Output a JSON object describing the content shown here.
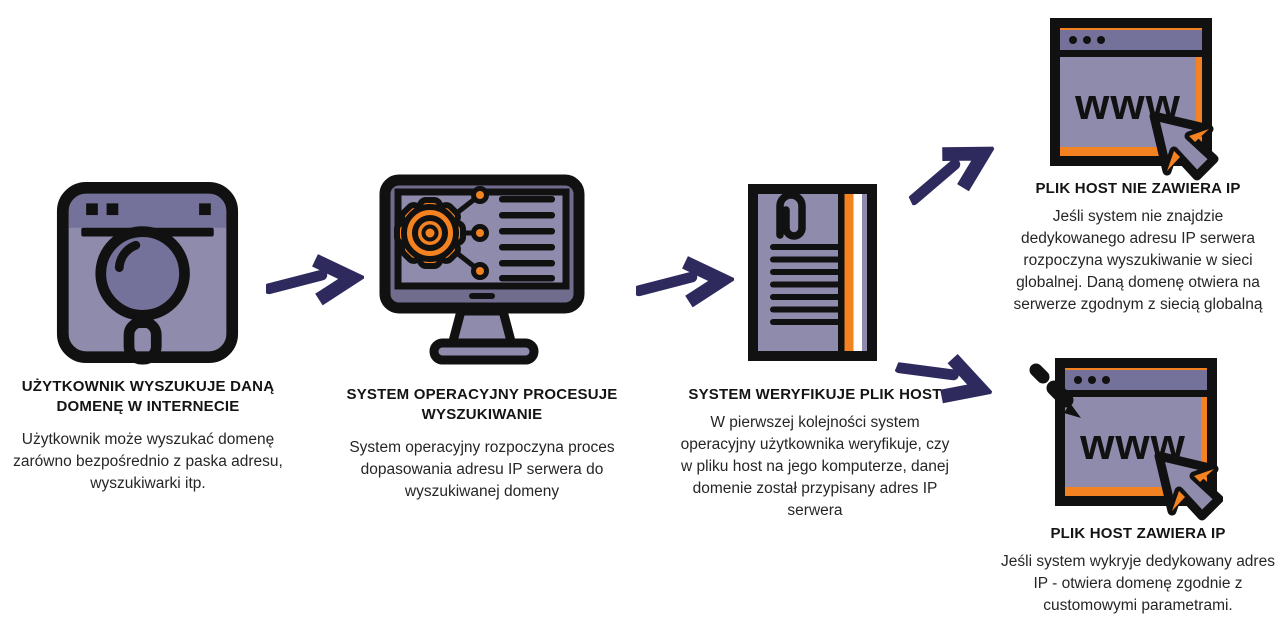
{
  "diagram": {
    "www_label": "www",
    "colors": {
      "purple_light": "#8e8bac",
      "purple_dark": "#74719a",
      "monitor_frame": "#6f6c8e",
      "orange": "#f58220",
      "arrow_navy": "#2e2a5e",
      "outline": "#111111",
      "background": "#ffffff",
      "text": "#1c1c1c"
    },
    "steps": [
      {
        "id": "user-search",
        "icon": "browser-magnifier-icon",
        "title": "UŻYTKOWNIK WYSZUKUJE DANĄ DOMENĘ W INTERNECIE",
        "description": "Użytkownik może wyszukać domenę zarówno bezpośrednio z paska adresu, wyszukiwarki itp."
      },
      {
        "id": "os-process",
        "icon": "monitor-gear-icon",
        "title": "SYSTEM OPERACYJNY PROCESUJE WYSZUKIWANIE",
        "description": "System operacyjny rozpoczyna proces dopasowania adresu IP serwera do wyszukiwanej domeny"
      },
      {
        "id": "verify-host-file",
        "icon": "host-file-document-icon",
        "title": "SYSTEM WERYFIKUJE PLIK HOST",
        "description": "W pierwszej kolejności system operacyjny użytkownika weryfikuje, czy w pliku host na jego komputerze, danej domenie został przypisany adres IP serwera"
      },
      {
        "id": "host-file-no-ip",
        "icon": "browser-www-cursor-icon",
        "title": "PLIK HOST NIE ZAWIERA IP",
        "description": "Jeśli system nie znajdzie dedykowanego adresu IP serwera rozpoczyna wyszukiwanie w sieci globalnej. Daną domenę otwiera na serwerze zgodnym z siecią globalną"
      },
      {
        "id": "host-file-has-ip",
        "icon": "browser-www-edit-cursor-icon",
        "title": "PLIK HOST ZAWIERA IP",
        "description": "Jeśli system wykryje dedykowany adres IP - otwiera domenę zgodnie z customowymi parametrami."
      }
    ]
  }
}
